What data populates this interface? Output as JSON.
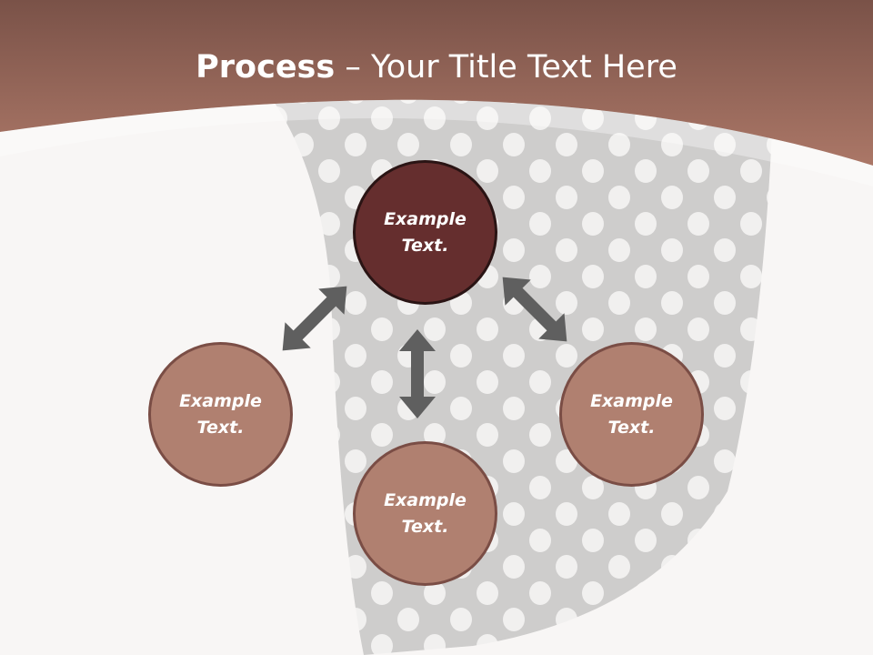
{
  "title": {
    "bold": "Process",
    "rest": " – Your Title Text Here"
  },
  "nodes": {
    "top": "Example Text.",
    "left": "Example Text.",
    "right": "Example Text.",
    "bottom": "Example Text."
  },
  "colors": {
    "header_top": "#7a5248",
    "header_bottom": "#a97565",
    "node_light": "#b08070",
    "node_dark": "#652e2e",
    "arrow": "#5f5f5f",
    "background": "#f8f6f5"
  },
  "icons": {
    "arrows": "double-headed-arrow"
  }
}
